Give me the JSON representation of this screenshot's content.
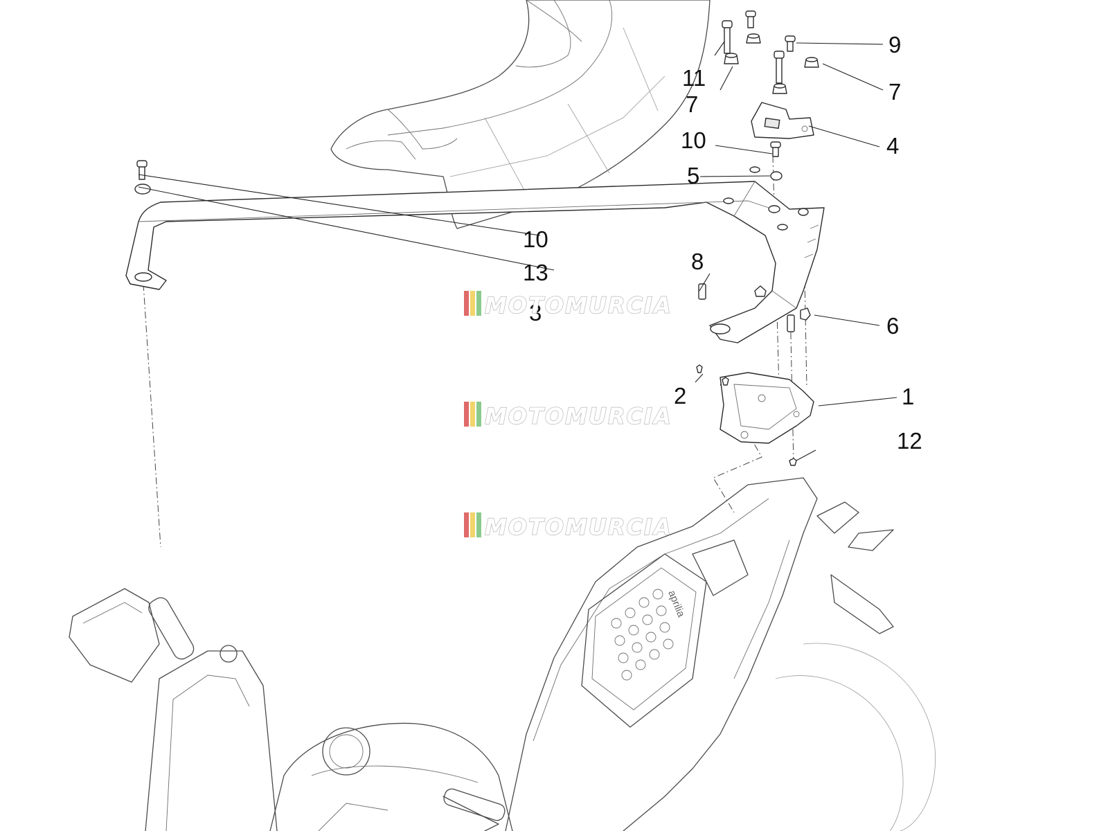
{
  "callouts": [
    {
      "label": "1"
    },
    {
      "label": "2"
    },
    {
      "label": "3"
    },
    {
      "label": "4"
    },
    {
      "label": "5"
    },
    {
      "label": "6"
    },
    {
      "label": "7"
    },
    {
      "label": "7"
    },
    {
      "label": "8"
    },
    {
      "label": "9"
    },
    {
      "label": "10"
    },
    {
      "label": "10"
    },
    {
      "label": "11"
    },
    {
      "label": "12"
    },
    {
      "label": "13"
    }
  ],
  "watermark": {
    "text": "MOTOMURCIA",
    "colors": [
      "#e06a6a",
      "#f1d46b",
      "#8cc98c"
    ]
  },
  "brand_mark": {
    "text": "aprilia"
  },
  "colors": {
    "line": "#2b2b2b",
    "background": "#ffffff"
  }
}
